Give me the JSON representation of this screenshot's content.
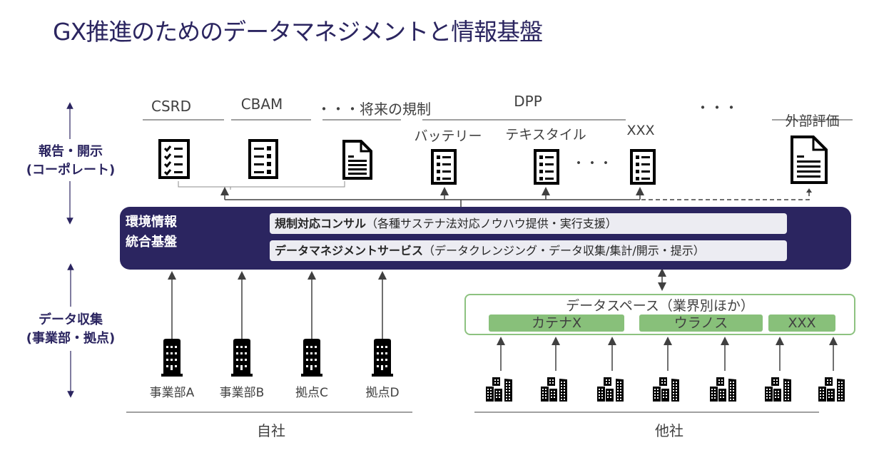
{
  "title": "GX推進のためのデータマネジメントと情報基盤",
  "side_labels": {
    "reporting": {
      "line1": "報告・開示",
      "line2": "(コーポレート)"
    },
    "collection": {
      "line1": "データ収集",
      "line2": "(事業部・拠点)"
    }
  },
  "regulations": {
    "items": [
      {
        "label": "CSRD",
        "icon": "checklist-document-icon"
      },
      {
        "label": "CBAM",
        "icon": "list-document-icon"
      },
      {
        "label": "・・・将来の規制",
        "icon": "text-document-icon"
      }
    ],
    "dpp": {
      "label": "DPP",
      "items": [
        {
          "label": "バッテリー",
          "icon": "list-document-icon"
        },
        {
          "label": "テキスタイル",
          "icon": "list-document-icon"
        },
        {
          "label": "XXX",
          "icon": "list-document-icon"
        }
      ],
      "ellipsis": "・・・"
    },
    "more": "・・・",
    "external": {
      "label": "外部評価",
      "icon": "text-document-icon"
    }
  },
  "platform": {
    "name_line1": "環境情報",
    "name_line2": "統合基盤",
    "services": [
      {
        "name": "規制対応コンサル",
        "detail": "（各種サステナ法対応ノウハウ提供・実行支援）"
      },
      {
        "name": "データマネジメントサービス",
        "detail": "（データクレンジング・データ収集/集計/開示・提示）"
      }
    ]
  },
  "dataspace": {
    "title": "データスペース（業界別ほか）",
    "items": [
      "カテナX",
      "ウラノス",
      "XXX"
    ]
  },
  "own_company": {
    "label": "自社",
    "sites": [
      "事業部A",
      "事業部B",
      "拠点C",
      "拠点D"
    ]
  },
  "other_companies": {
    "label": "他社",
    "count": 7
  },
  "colors": {
    "navy": "#2b2560",
    "green": "#88c07a",
    "green_border": "#8dc280",
    "service_bg": "#ececf2"
  }
}
